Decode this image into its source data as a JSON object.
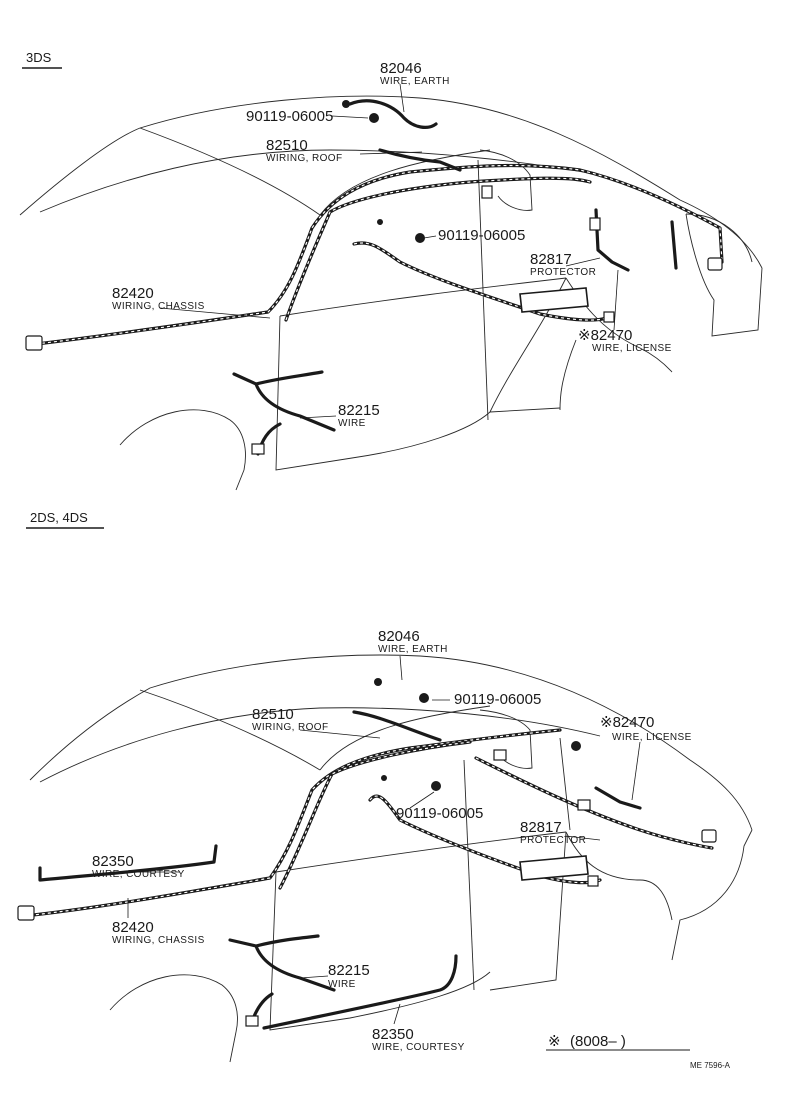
{
  "sections": [
    {
      "title": "3DS",
      "parts": {
        "earth": {
          "number": "82046",
          "name": "WIRE, EARTH"
        },
        "bolt_top": {
          "number": "90119-06005"
        },
        "roof": {
          "number": "82510",
          "name": "WIRING, ROOF"
        },
        "bolt_mid": {
          "number": "90119-06005"
        },
        "protector": {
          "number": "82817",
          "name": "PROTECTOR"
        },
        "license": {
          "number": "※82470",
          "name": "WIRE, LICENSE"
        },
        "chassis": {
          "number": "82420",
          "name": "WIRING, CHASSIS"
        },
        "wire": {
          "number": "82215",
          "name": "WIRE"
        }
      }
    },
    {
      "title": "2DS, 4DS",
      "parts": {
        "earth": {
          "number": "82046",
          "name": "WIRE, EARTH"
        },
        "bolt_top": {
          "number": "90119-06005"
        },
        "roof": {
          "number": "82510",
          "name": "WIRING, ROOF"
        },
        "license": {
          "number": "※82470",
          "name": "WIRE, LICENSE"
        },
        "bolt_mid": {
          "number": "90119-06005"
        },
        "protector": {
          "number": "82817",
          "name": "PROTECTOR"
        },
        "courtesy_a": {
          "number": "82350",
          "name": "WIRE, COURTESY"
        },
        "chassis": {
          "number": "82420",
          "name": "WIRING, CHASSIS"
        },
        "wire": {
          "number": "82215",
          "name": "WIRE"
        },
        "courtesy_b": {
          "number": "82350",
          "name": "WIRE, COURTESY"
        }
      }
    }
  ],
  "footnote": {
    "mark": "※",
    "text": "(8008–        )"
  },
  "reference": "ME 7596-A"
}
